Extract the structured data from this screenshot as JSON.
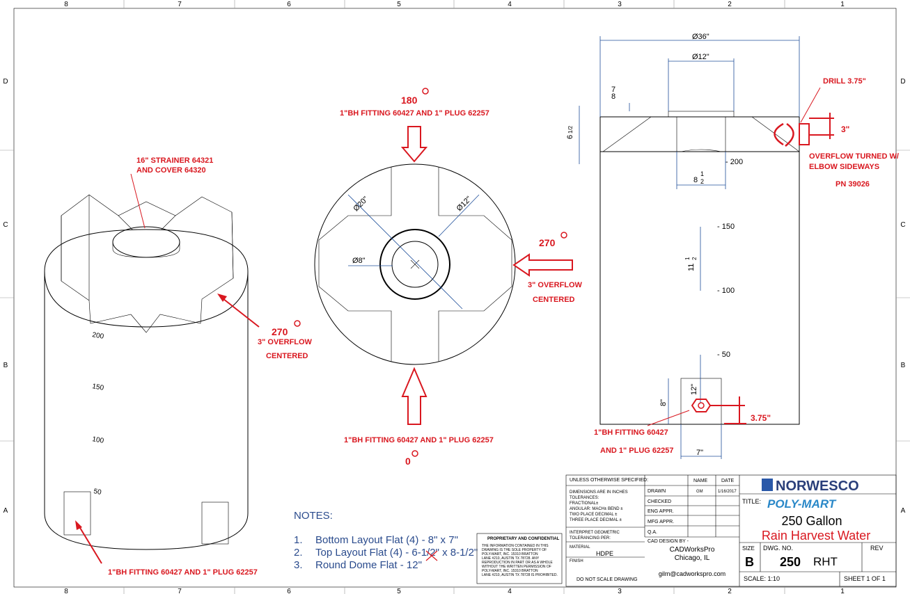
{
  "border": {
    "cols_top": [
      "8",
      "7",
      "6",
      "5",
      "4",
      "3",
      "2",
      "1"
    ],
    "rows": [
      "D",
      "C",
      "B",
      "A"
    ]
  },
  "iso_view": {
    "strainer_label_1": "16\" STRAINER   64321",
    "strainer_label_2": "AND COVER      64320",
    "gauge_marks": [
      "200",
      "150",
      "100",
      "50"
    ],
    "overflow_deg": "270",
    "overflow_label_1": "3\" OVERFLOW",
    "overflow_label_2": "CENTERED",
    "fitting_label": "1\"BH FITTING 60427 AND 1\" PLUG 62257"
  },
  "top_view": {
    "deg_top": "180",
    "fitting_top": "1\"BH FITTING 60427 AND 1\" PLUG 62257",
    "deg_right": "270",
    "overflow_1": "3\" OVERFLOW",
    "overflow_2": "CENTERED",
    "fitting_bottom": "1\"BH FITTING 60427 AND 1\" PLUG 62257",
    "deg_bottom": "0",
    "dia_20": "Ø20\"",
    "dia_12": "Ø12\"",
    "dia_8": "Ø8\""
  },
  "side_view": {
    "dia_36": "Ø36\"",
    "dia_12": "Ø12\"",
    "dim_7_8_num": "7",
    "dim_7_8_den": "8",
    "dim_6": "6",
    "dim_6_frac": "1/2",
    "dim_8_half": "8",
    "dim_8_half_frac_num": "1",
    "dim_8_half_frac_den": "2",
    "dim_11_half": "11",
    "dim_11_frac_num": "1",
    "dim_11_frac_den": "2",
    "dim_12": "12\"",
    "dim_8": "8\"",
    "dim_7": "7\"",
    "gauge_200": "- 200",
    "gauge_150": "- 150",
    "gauge_100": "- 100",
    "gauge_50": "- 50",
    "drill": "DRILL 3.75\"",
    "drill_3": "3\"",
    "overflow_turned_1": "OVERFLOW TURNED W/",
    "overflow_turned_2": "ELBOW SIDEWAYS",
    "pn": "PN 39026",
    "fitting_1": "1\"BH FITTING 60427",
    "fitting_2": "AND 1\" PLUG 62257",
    "dim_375": "3.75\""
  },
  "notes": {
    "heading": "NOTES:",
    "items": [
      {
        "num": "1.",
        "text": "Bottom Layout Flat (4) - 8\" x 7\""
      },
      {
        "num": "2.",
        "text": "Top Layout Flat (4) - 6-1/2\" x 8-1/2\""
      },
      {
        "num": "3.",
        "text": "Round Dome Flat - 12\""
      }
    ]
  },
  "proprietary": {
    "title": "PROPRIETARY AND CONFIDENTIAL",
    "lines": [
      "THE INFORMATION CONTAINED IN THIS",
      "DRAWING IS THE SOLE PROPERTY OF",
      "POLY-MART, INC. 15310 BRATTON",
      "LANE #210, AUSTIN TX 78728. ANY",
      "REPRODUCTION IN PART OR AS A WHOLE",
      "WITHOUT THE WRITTEN PERMISSION OF",
      "POLY-MART, INC. 15310 BRATTON",
      "LANE #210, AUSTIN TX 78728 IS PROHIBITED."
    ]
  },
  "title_block": {
    "unless": "UNLESS OTHERWISE SPECIFIED:",
    "name_hdr": "NAME",
    "date_hdr": "DATE",
    "dims_1": "DIMENSIONS ARE IN INCHES",
    "dims_2": "TOLERANCES:",
    "dims_3": "FRACTIONAL±",
    "dims_4": "ANGULAR: MACH±   BEND ±",
    "dims_5": "TWO PLACE DECIMAL   ±",
    "dims_6": "THREE PLACE DECIMAL  ±",
    "drawn": "DRAWN",
    "drawn_name": "GM",
    "drawn_date": "1/16/2017",
    "checked": "CHECKED",
    "eng_appr": "ENG APPR.",
    "mfg_appr": "MFG APPR.",
    "qa": "Q.A.",
    "interpret_1": "INTERPRET GEOMETRIC",
    "interpret_2": "TOLERANCING PER:",
    "material": "MATERIAL",
    "material_val": "HDPE",
    "finish": "FINISH",
    "cad_design": "CAD DESIGN BY -",
    "cad_name": "CADWorksPro",
    "cad_city": "Chicago, IL",
    "email": "gilm@cadworkspro.com",
    "no_scale": "DO NOT SCALE DRAWING",
    "brand_1": "NORWESCO",
    "brand_2": "POLY-MART",
    "title_lbl": "TITLE:",
    "title_1": "250 Gallon",
    "title_2": "Rain Harvest Water",
    "size_lbl": "SIZE",
    "size_val": "B",
    "dwg_lbl": "DWG.  NO.",
    "dwg_val": "250",
    "dwg_suffix": "RHT",
    "rev_lbl": "REV",
    "scale": "SCALE: 1:10",
    "sheet": "SHEET 1 OF 1"
  },
  "colors": {
    "annotation": "#d9171f",
    "notes": "#2a4b8d",
    "dimension": "#1f4f9a"
  }
}
